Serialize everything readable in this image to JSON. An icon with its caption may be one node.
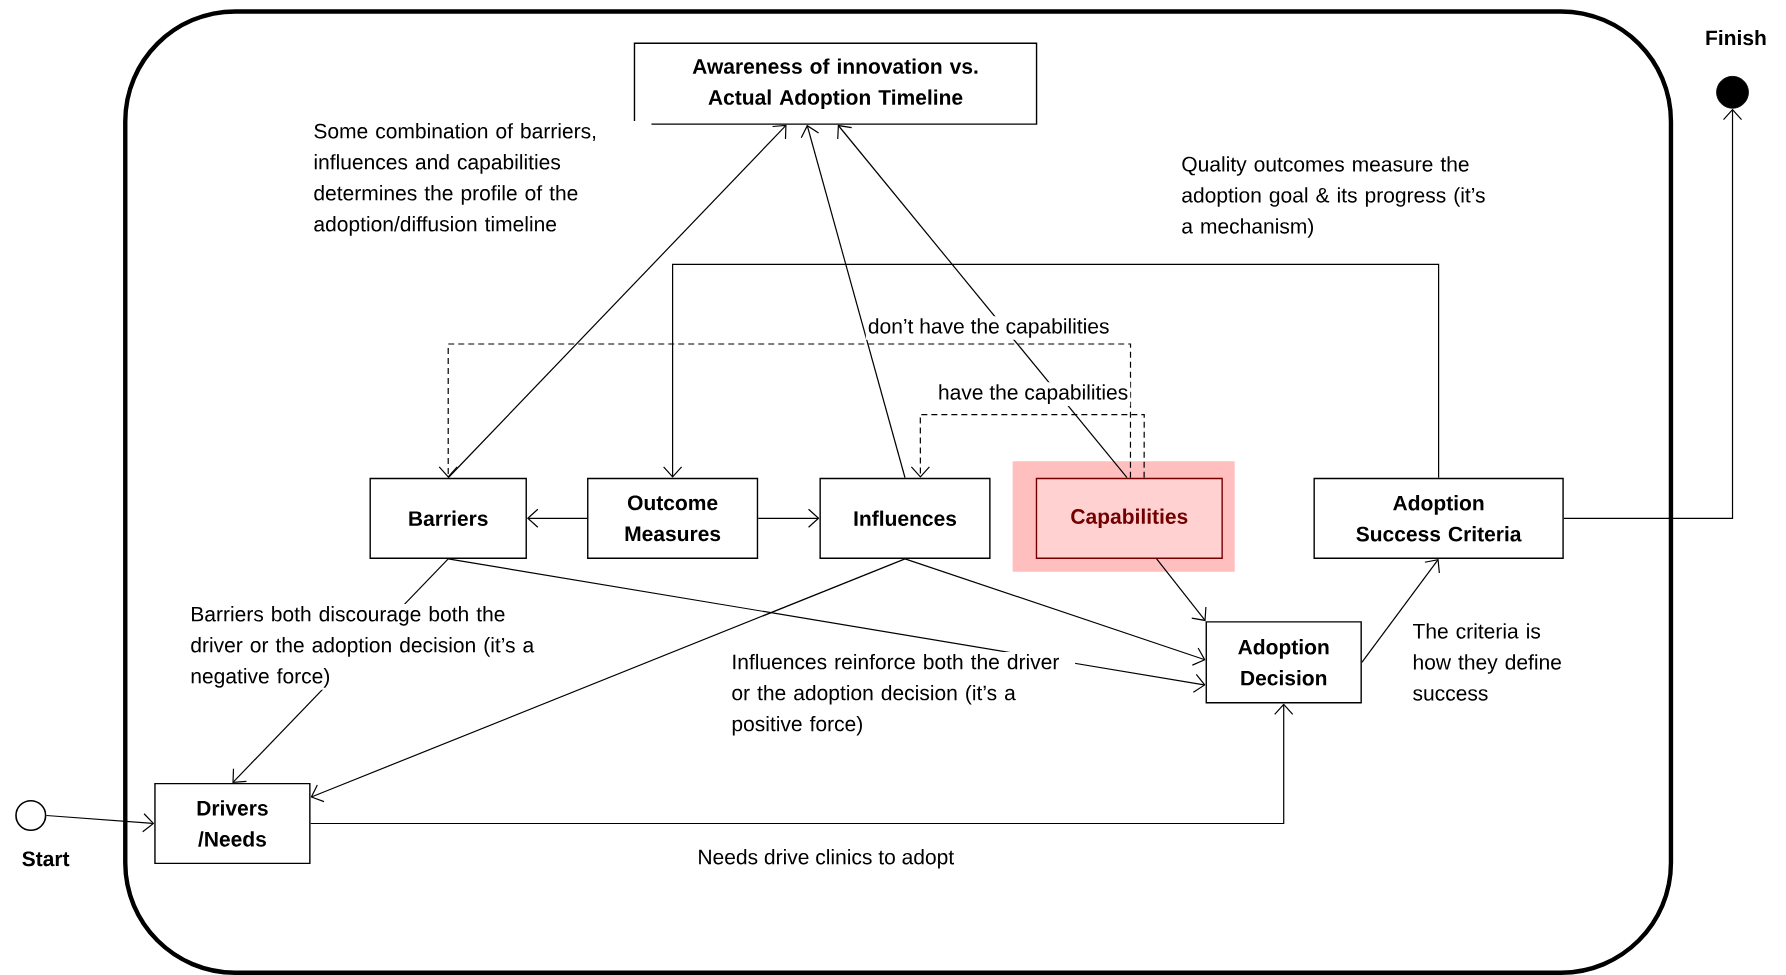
{
  "diagram": {
    "nodes": [
      {
        "text": [],
        "shape": "box"
      },
      {
        "text": [
          "Awareness of innovation vs. Actual Adoption Timeline"
        ],
        "in": 0
      },
      {
        "text": [
          "Barriers"
        ],
        "in": 0
      },
      {
        "text": [
          "Outcome Measures"
        ],
        "in": 0
      },
      {
        "text": [
          "Influences"
        ],
        "in": 0
      },
      {
        "text": [
          "Capabilities"
        ],
        "in": 0
      },
      {
        "text": [
          "Adoption Success Criteria"
        ],
        "in": 0
      },
      {
        "text": [
          "Adoption Decision"
        ],
        "in": 0
      },
      {
        "text": [
          "Drivers /Needs"
        ],
        "in": 0
      },
      {
        "text": [],
        "shape": "circle",
        "beside": [
          "Start"
        ]
      },
      {
        "text": [],
        "shape": "circle",
        "beside": [
          "Finish"
        ]
      }
    ],
    "edges": [
      {
        "from": 2,
        "to": 1,
        "arrow": "to"
      },
      {
        "from": 4,
        "to": 1,
        "arrow": "to"
      },
      {
        "from": 5,
        "to": 1,
        "arrow": "to"
      },
      {
        "from": 5,
        "to": 2,
        "arrow": "to",
        "style": "dashed",
        "label": "don’t have the capabilities"
      },
      {
        "from": 5,
        "to": 4,
        "arrow": "to",
        "style": "dashed",
        "label": "have the capabilities"
      },
      {
        "from": 6,
        "to": 3,
        "arrow": "to"
      },
      {
        "from": 3,
        "to": 2,
        "arrow": "to"
      },
      {
        "from": 3,
        "to": 4,
        "arrow": "to"
      },
      {
        "from": 5,
        "to": 7,
        "arrow": "to"
      },
      {
        "from": 2,
        "to": 8,
        "arrow": "to"
      },
      {
        "from": 2,
        "to": 7,
        "arrow": "to"
      },
      {
        "from": 4,
        "to": 8,
        "arrow": "to"
      },
      {
        "from": 4,
        "to": 7,
        "arrow": "to"
      },
      {
        "from": 8,
        "to": 7,
        "arrow": "to",
        "label": "Needs drive clinics to adopt"
      },
      {
        "from": 7,
        "to": 6,
        "arrow": "to"
      },
      {
        "from": 6,
        "to": 10,
        "arrow": "to"
      },
      {
        "from": 9,
        "to": 8,
        "arrow": "to"
      }
    ],
    "labels": [
      "Some combination of barriers, influences and capabilities determines the profile of the adoption/diffusion timeline",
      "Quality outcomes measure the adoption goal & its progress (it’s a mechanism)",
      "Barriers both discourage both the driver or the adoption decision (it’s a negative force)",
      "The criteria is how they define success",
      "Influences reinforce both the driver or the adoption decision (it’s a positive force)"
    ]
  }
}
